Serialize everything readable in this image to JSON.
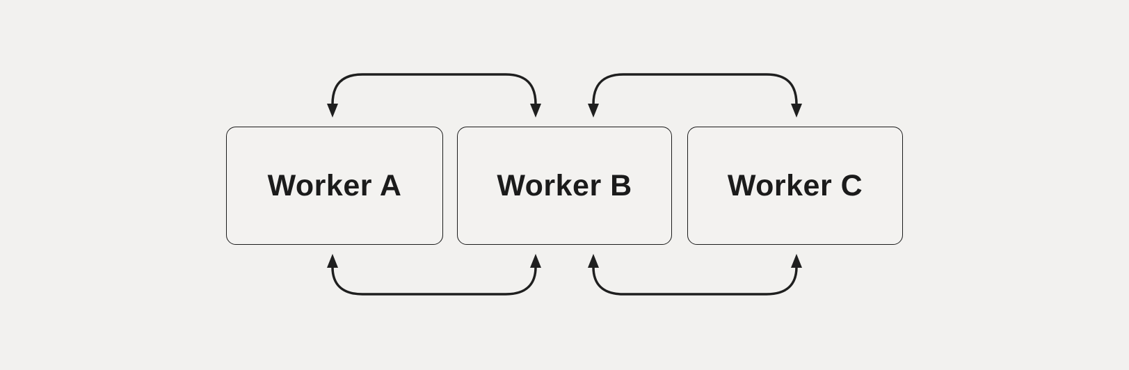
{
  "diagram": {
    "type": "flow-diagram",
    "nodes": [
      {
        "id": "worker-a",
        "label": "Worker A"
      },
      {
        "id": "worker-b",
        "label": "Worker B"
      },
      {
        "id": "worker-c",
        "label": "Worker C"
      }
    ],
    "edges": [
      {
        "from": "worker-a",
        "to": "worker-b",
        "side": "top",
        "direction": "bidirectional",
        "style": "curved"
      },
      {
        "from": "worker-b",
        "to": "worker-c",
        "side": "top",
        "direction": "bidirectional",
        "style": "curved"
      },
      {
        "from": "worker-a",
        "to": "worker-b",
        "side": "bottom",
        "direction": "bidirectional",
        "style": "curved"
      },
      {
        "from": "worker-b",
        "to": "worker-c",
        "side": "bottom",
        "direction": "bidirectional",
        "style": "curved"
      }
    ],
    "colors": {
      "background": "#f2f1ef",
      "node_fill": "#f3f2f0",
      "node_border": "#1b1b1b",
      "arrow": "#1f1f1f",
      "text": "#1b1b1b"
    }
  }
}
